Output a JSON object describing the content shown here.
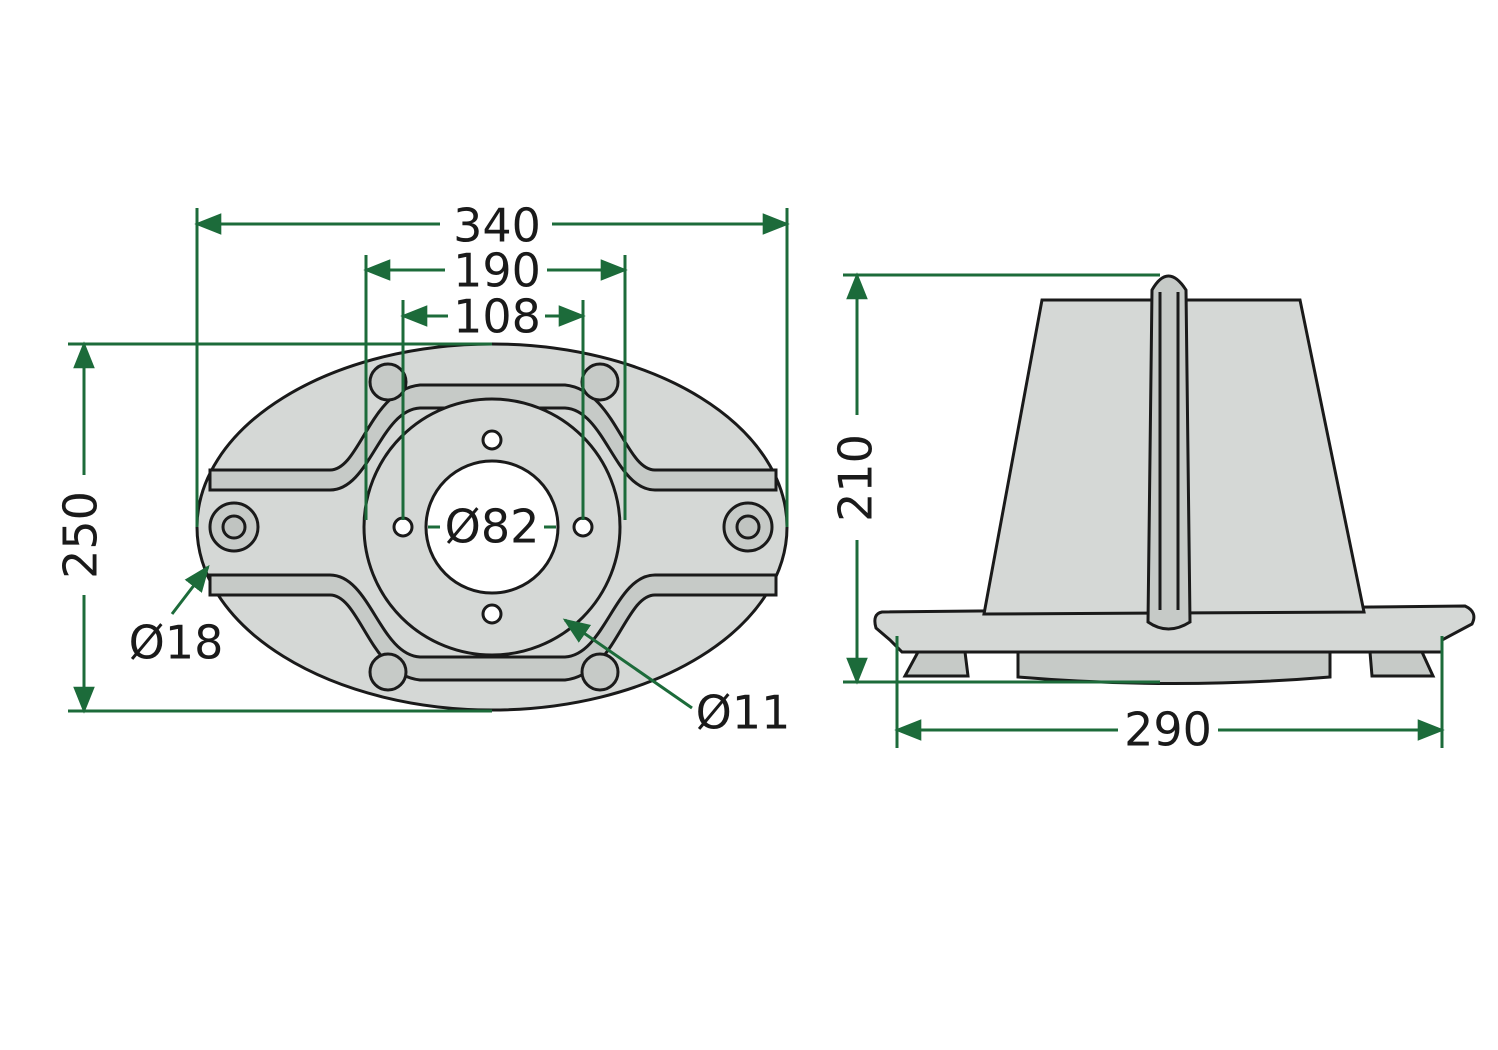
{
  "top_view": {
    "overall_width": "340",
    "bolt_spacing_outer": "190",
    "bolt_spacing_inner": "108",
    "overall_height": "250",
    "center_bore": "Ø82",
    "slot_hole": "Ø18",
    "small_hole": "Ø11"
  },
  "side_view": {
    "height": "210",
    "base_width": "290"
  },
  "colors": {
    "dimension_line": "#1c6b3a",
    "part_fill": "#d5d8d6",
    "outline": "#1a1a1a"
  }
}
